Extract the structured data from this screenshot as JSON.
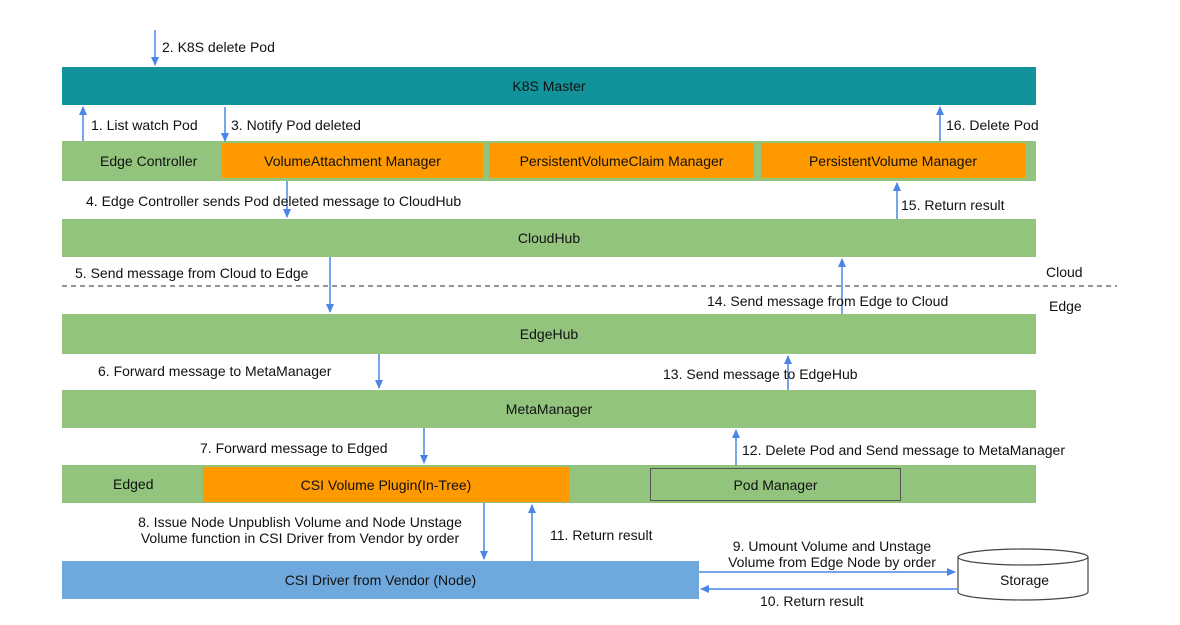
{
  "boxes": {
    "k8s_master": "K8S Master",
    "edge_controller": "Edge Controller",
    "volume_attachment_manager": "VolumeAttachment Manager",
    "pvc_manager": "PersistentVolumeClaim Manager",
    "pv_manager": "PersistentVolume Manager",
    "cloudhub": "CloudHub",
    "edgehub": "EdgeHub",
    "metamanager": "MetaManager",
    "edged": "Edged",
    "csi_volume_plugin": "CSI Volume Plugin(In-Tree)",
    "pod_manager": "Pod Manager",
    "csi_driver": "CSI Driver from Vendor (Node)",
    "storage": "Storage"
  },
  "zones": {
    "cloud": "Cloud",
    "edge": "Edge"
  },
  "steps": {
    "s2": "2. K8S delete Pod",
    "s1": "1. List watch Pod",
    "s3": "3. Notify Pod deleted",
    "s16": "16. Delete Pod",
    "s4": "4. Edge Controller sends Pod deleted message to CloudHub",
    "s15": "15. Return result",
    "s5": "5. Send message from Cloud to Edge",
    "s14": "14. Send message from Edge to Cloud",
    "s6": "6. Forward message to MetaManager",
    "s13": "13. Send message to EdgeHub",
    "s7": "7. Forward message to Edged",
    "s12": "12. Delete Pod and Send message to MetaManager",
    "s8": "8. Issue Node Unpublish Volume and Node Unstage Volume function in CSI Driver from Vendor by order",
    "s11": "11. Return result",
    "s9": "9. Umount Volume and Unstage Volume from Edge Node by order",
    "s10": "10. Return result"
  },
  "colors": {
    "green": "#93c47d",
    "teal": "#12929a",
    "orange": "#ff9900",
    "blue": "#6fa8dc",
    "arrow": "#4a86e8"
  }
}
